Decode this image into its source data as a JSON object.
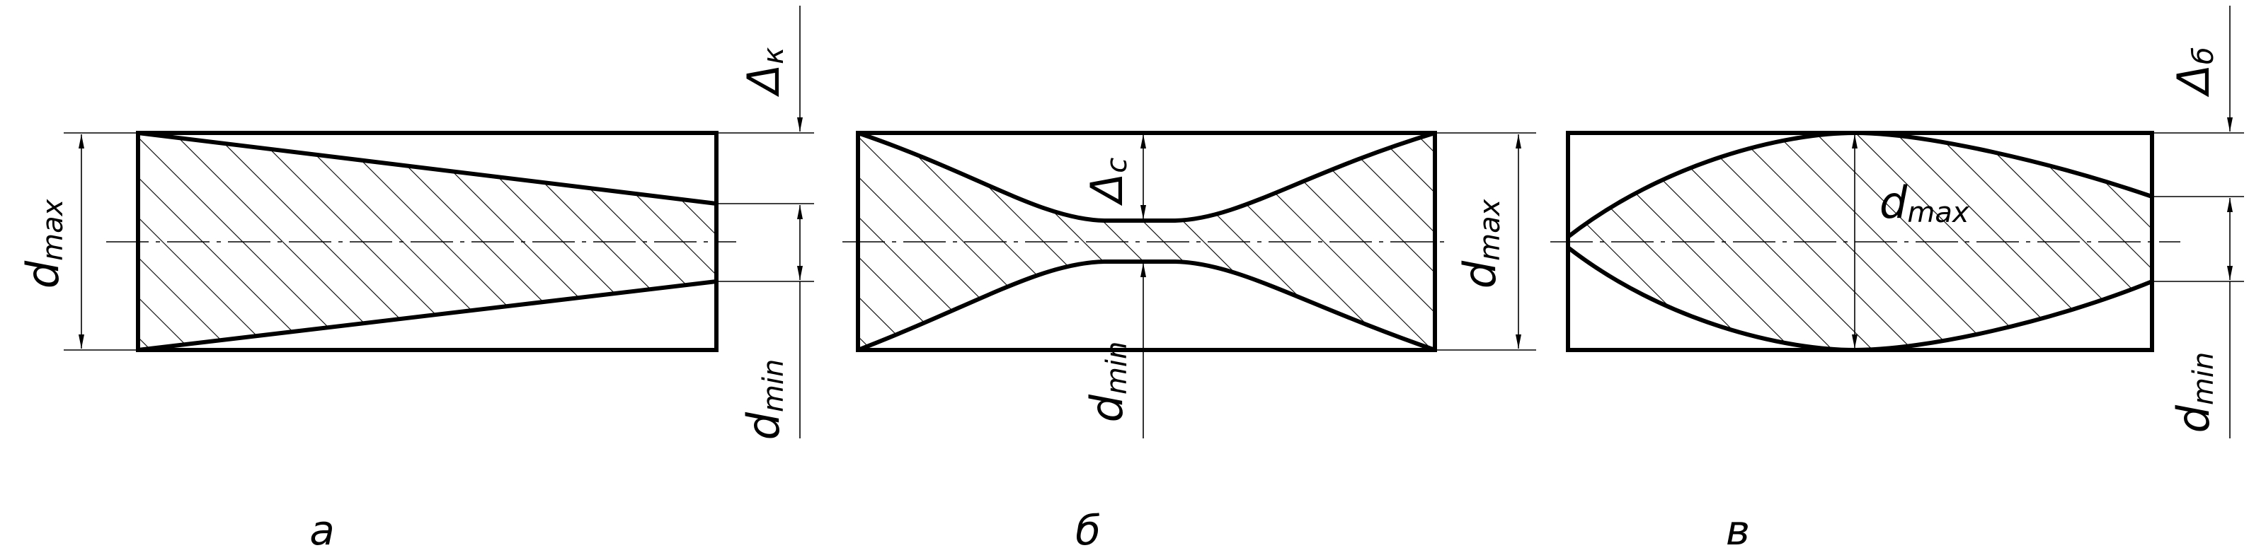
{
  "diagrams": [
    {
      "caption": "а",
      "labels": {
        "left": "d",
        "left_sub": "max",
        "top": "Δ",
        "top_sub": "к",
        "bottom": "d",
        "bottom_sub": "min"
      }
    },
    {
      "caption": "б",
      "labels": {
        "center": "Δ",
        "center_sub": "с",
        "left": "d",
        "left_sub": "min",
        "right": "d",
        "right_sub": "max"
      }
    },
    {
      "caption": "в",
      "labels": {
        "center": "d",
        "center_sub": "max",
        "top": "Δ",
        "top_sub": "б",
        "bottom": "d",
        "bottom_sub": "min"
      }
    }
  ],
  "colors": {
    "ink": "#000000",
    "paper": "#ffffff"
  }
}
